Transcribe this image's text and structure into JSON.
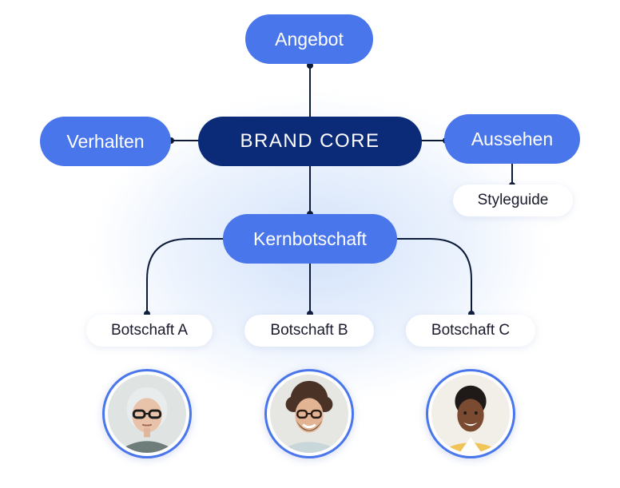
{
  "diagram": {
    "core": "BRAND CORE",
    "offer": "Angebot",
    "behavior": "Verhalten",
    "appearance": "Aussehen",
    "styleguide": "Styleguide",
    "message": "Kernbotschaft",
    "messages": [
      "Botschaft A",
      "Botschaft B",
      "Botschaft C"
    ]
  },
  "colors": {
    "node_blue": "#4a76ec",
    "core_navy": "#0b2a78",
    "connector": "#0d1b3a"
  },
  "icons": [
    "person-avatar-icon",
    "person-avatar-icon",
    "person-avatar-icon"
  ]
}
